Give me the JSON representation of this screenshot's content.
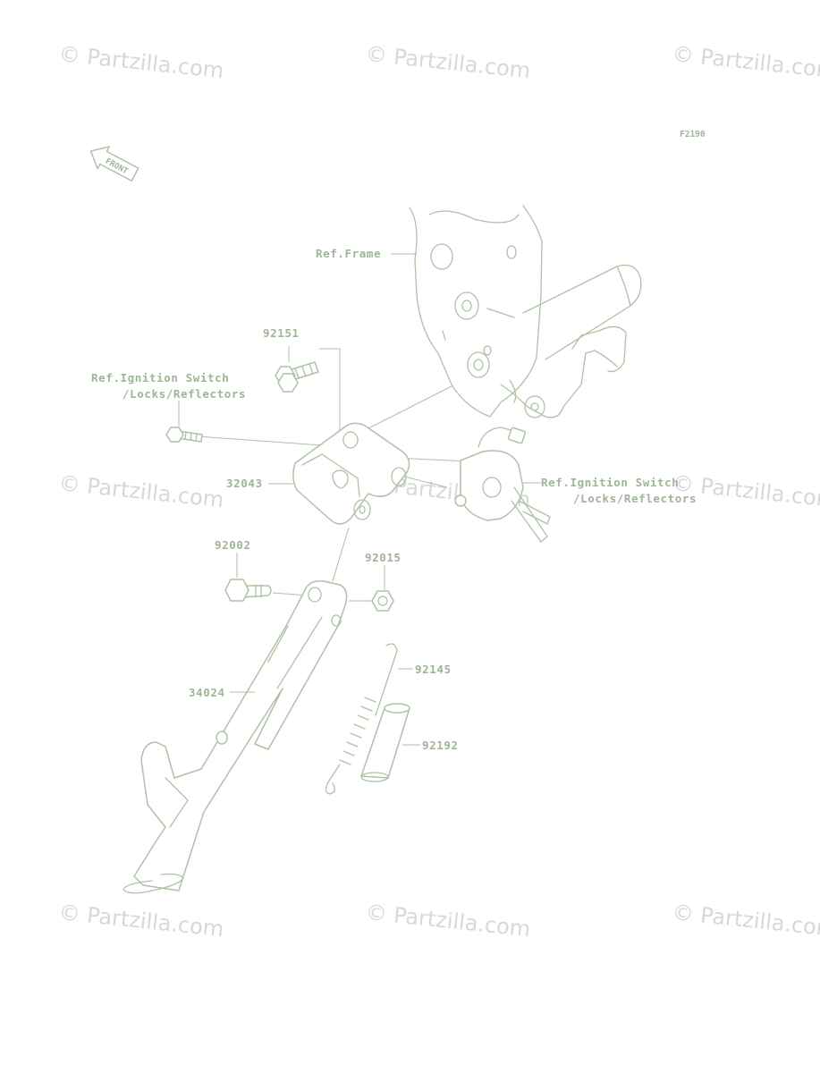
{
  "watermark": "© Partzilla.com",
  "figure_code": "F2190",
  "front_arrow_text": "FRONT",
  "labels": {
    "ref_frame": "Ref.Frame",
    "p92151": "92151",
    "ref_ignition_left_1": "Ref.Ignition Switch",
    "ref_ignition_left_2": "/Locks/Reflectors",
    "p32043": "32043",
    "ref_ignition_right_1": "Ref.Ignition Switch",
    "ref_ignition_right_2": "/Locks/Reflectors",
    "p92002": "92002",
    "p92015": "92015",
    "p92145": "92145",
    "p34024": "34024",
    "p92192": "92192"
  }
}
